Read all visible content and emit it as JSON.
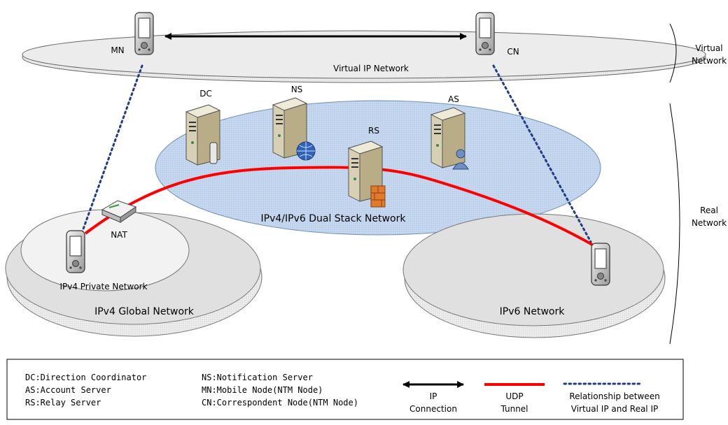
{
  "networks": {
    "virtual_ip": "Virtual IP Network",
    "dual_stack": "IPv4/IPv6 Dual Stack Network",
    "ipv4_private": "IPv4 Private Network",
    "ipv4_global": "IPv4 Global Network",
    "ipv6": "IPv6 Network"
  },
  "nodes": {
    "mn": "MN",
    "cn": "CN",
    "dc": "DC",
    "ns": "NS",
    "rs": "RS",
    "as": "AS",
    "nat": "NAT"
  },
  "side_labels": {
    "virtual": [
      "Virtual",
      "Network"
    ],
    "real": [
      "Real",
      "Network"
    ]
  },
  "legend": {
    "abbreviations": [
      "DC:Direction Coordinator",
      "AS:Account Server",
      "RS:Relay Server",
      "NS:Notification Server",
      "MN:Mobile Node(NTM Node)",
      "CN:Correspondent Node(NTM Node)"
    ],
    "ip_connection": [
      "IP",
      "Connection"
    ],
    "udp_tunnel": [
      "UDP",
      "Tunnel"
    ],
    "relationship": [
      "Relationship between",
      "Virtual IP and Real IP"
    ]
  },
  "colors": {
    "udp_tunnel": "#ff0000",
    "relationship_dots": "#1f3c88",
    "dual_stack_fill": "#c9daf0",
    "gray_network_fill": "#e4e4e4"
  }
}
